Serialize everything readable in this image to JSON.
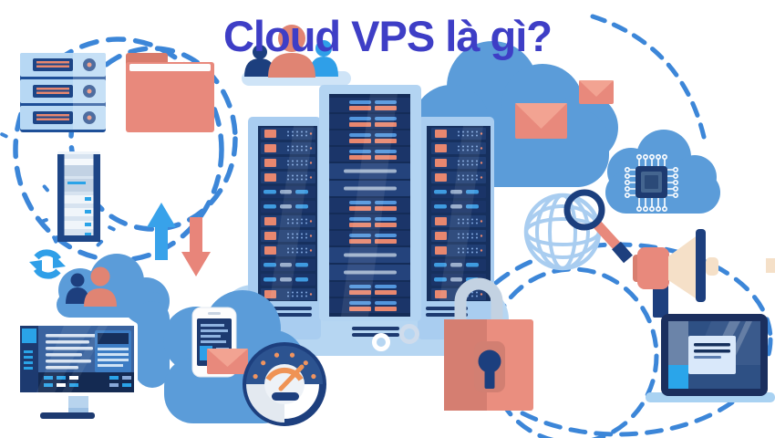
{
  "title": "Cloud VPS là gì?",
  "palette": {
    "title_blue": "#3e3ec6",
    "bright_blue": "#2f9fe8",
    "cloud_blue": "#5b9cd9",
    "light_blue_frame": "#a9cdf0",
    "pale_blue": "#cfe2f5",
    "navy": "#1c3f7e",
    "dark_navy": "#14294e",
    "coral": "#e8897c",
    "coral_dark": "#d4766b",
    "cream": "#f5e0c8",
    "dash_blue": "#3c86d8"
  },
  "icons": [
    {
      "name": "server-stack-icon",
      "shape": "three-stacked-server-units"
    },
    {
      "name": "folder-icon",
      "shape": "tabbed-folder"
    },
    {
      "name": "tower-server-icon",
      "shape": "vertical-server-tower"
    },
    {
      "name": "upload-arrow-icon",
      "shape": "arrow-up"
    },
    {
      "name": "download-arrow-icon",
      "shape": "arrow-down"
    },
    {
      "name": "sync-icon",
      "shape": "circular-arrows"
    },
    {
      "name": "users-icon",
      "shape": "two-person-silhouettes"
    },
    {
      "name": "cloud-icon",
      "shape": "flat-cloud"
    },
    {
      "name": "monitor-icon",
      "shape": "desktop-dashboard-screen"
    },
    {
      "name": "smartphone-icon",
      "shape": "phone-with-mail"
    },
    {
      "name": "mail-icon",
      "shape": "envelope"
    },
    {
      "name": "speedometer-icon",
      "shape": "gauge-with-needle"
    },
    {
      "name": "server-rack-icon",
      "shape": "datacenter-rack-towers"
    },
    {
      "name": "globe-icon",
      "shape": "wireframe-globe"
    },
    {
      "name": "magnifier-icon",
      "shape": "magnifying-glass"
    },
    {
      "name": "cpu-cloud-icon",
      "shape": "cloud-with-chip"
    },
    {
      "name": "megaphone-icon",
      "shape": "megaphone"
    },
    {
      "name": "padlock-icon",
      "shape": "lock-with-keyhole"
    },
    {
      "name": "laptop-icon",
      "shape": "open-laptop"
    },
    {
      "name": "dashed-circle",
      "shape": "dashed-orbit-ring"
    }
  ]
}
